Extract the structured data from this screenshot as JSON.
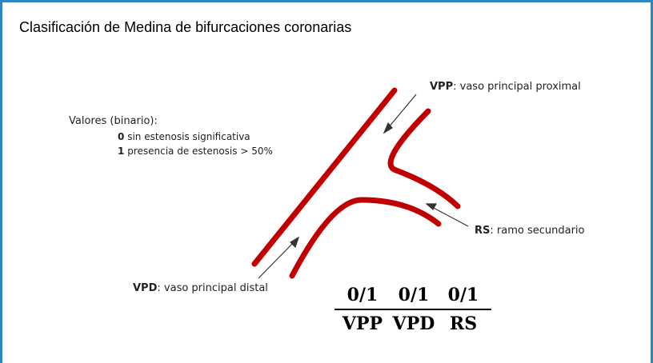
{
  "title": "Clasificación de Medina de bifurcaciones coronarias",
  "values_legend": {
    "heading": "Valores (binario):",
    "items": [
      {
        "key": "0",
        "text": "sin estenosis significativa"
      },
      {
        "key": "1",
        "text": "presencia de estenosis > 50%"
      }
    ]
  },
  "labels": {
    "vpp": {
      "abbr": "VPP",
      "text": ": vaso principal proximal"
    },
    "rs": {
      "abbr": "RS",
      "text": ": ramo secundario"
    },
    "vpd": {
      "abbr": "VPD",
      "text": ": vaso principal distal"
    }
  },
  "fractions": [
    {
      "num": "0/1",
      "den": "VPP"
    },
    {
      "num": "0/1",
      "den": "VPD"
    },
    {
      "num": "0/1",
      "den": "RS"
    }
  ],
  "colors": {
    "vessel": "#c00000",
    "frame": "#2e86c1",
    "arrow": "#333333"
  }
}
